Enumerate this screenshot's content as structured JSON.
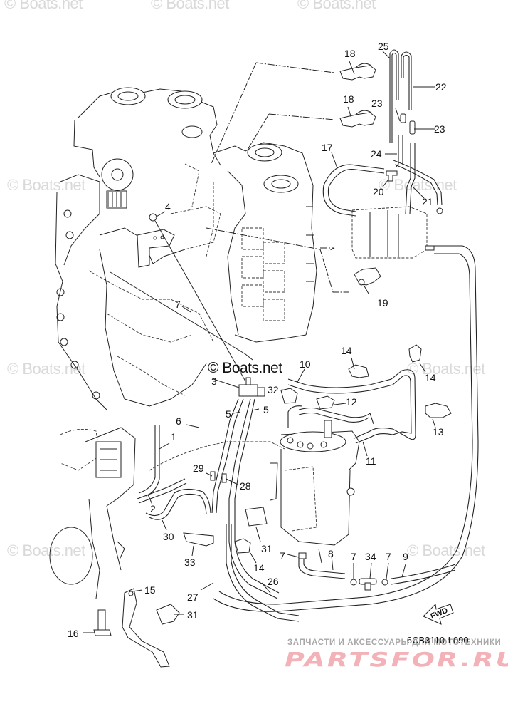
{
  "diagram": {
    "title_code": "6CB3110-L090",
    "direction_label": "FWD",
    "watermark_text": "© Boats.net",
    "center_watermark": "© Boats.net",
    "vendor_tagline": "ЗАПЧАСТИ И АКСЕССУАРЫ ДЛЯ МОТОТЕХНИКИ",
    "vendor_logo": "PARTSFOR.RU",
    "colors": {
      "line": "#222222",
      "watermark": "#d9d9d9",
      "vendor_logo": "#f1aab0",
      "background": "#ffffff"
    }
  },
  "callouts": [
    {
      "id": "c25",
      "label": "25"
    },
    {
      "id": "c18a",
      "label": "18"
    },
    {
      "id": "c22",
      "label": "22"
    },
    {
      "id": "c18b",
      "label": "18"
    },
    {
      "id": "c23a",
      "label": "23"
    },
    {
      "id": "c23b",
      "label": "23"
    },
    {
      "id": "c17",
      "label": "17"
    },
    {
      "id": "c24",
      "label": "24"
    },
    {
      "id": "c20",
      "label": "20"
    },
    {
      "id": "c21",
      "label": "21"
    },
    {
      "id": "c4",
      "label": "4"
    },
    {
      "id": "c19",
      "label": "19"
    },
    {
      "id": "c7a",
      "label": "7"
    },
    {
      "id": "c14a",
      "label": "14"
    },
    {
      "id": "c10",
      "label": "10"
    },
    {
      "id": "c14b",
      "label": "14"
    },
    {
      "id": "c3",
      "label": "3"
    },
    {
      "id": "c32",
      "label": "32"
    },
    {
      "id": "c12",
      "label": "12"
    },
    {
      "id": "c5a",
      "label": "5"
    },
    {
      "id": "c5b",
      "label": "5"
    },
    {
      "id": "c6",
      "label": "6"
    },
    {
      "id": "c13",
      "label": "13"
    },
    {
      "id": "c1",
      "label": "1"
    },
    {
      "id": "c11",
      "label": "11"
    },
    {
      "id": "c29",
      "label": "29"
    },
    {
      "id": "c28",
      "label": "28"
    },
    {
      "id": "c2",
      "label": "2"
    },
    {
      "id": "c30",
      "label": "30"
    },
    {
      "id": "c31a",
      "label": "31"
    },
    {
      "id": "c33",
      "label": "33"
    },
    {
      "id": "c7b",
      "label": "7"
    },
    {
      "id": "c8",
      "label": "8"
    },
    {
      "id": "c7c",
      "label": "7"
    },
    {
      "id": "c34",
      "label": "34"
    },
    {
      "id": "c7d",
      "label": "7"
    },
    {
      "id": "c9",
      "label": "9"
    },
    {
      "id": "c14c",
      "label": "14"
    },
    {
      "id": "c26",
      "label": "26"
    },
    {
      "id": "c15",
      "label": "15"
    },
    {
      "id": "c27",
      "label": "27"
    },
    {
      "id": "c31b",
      "label": "31"
    },
    {
      "id": "c16",
      "label": "16"
    }
  ]
}
